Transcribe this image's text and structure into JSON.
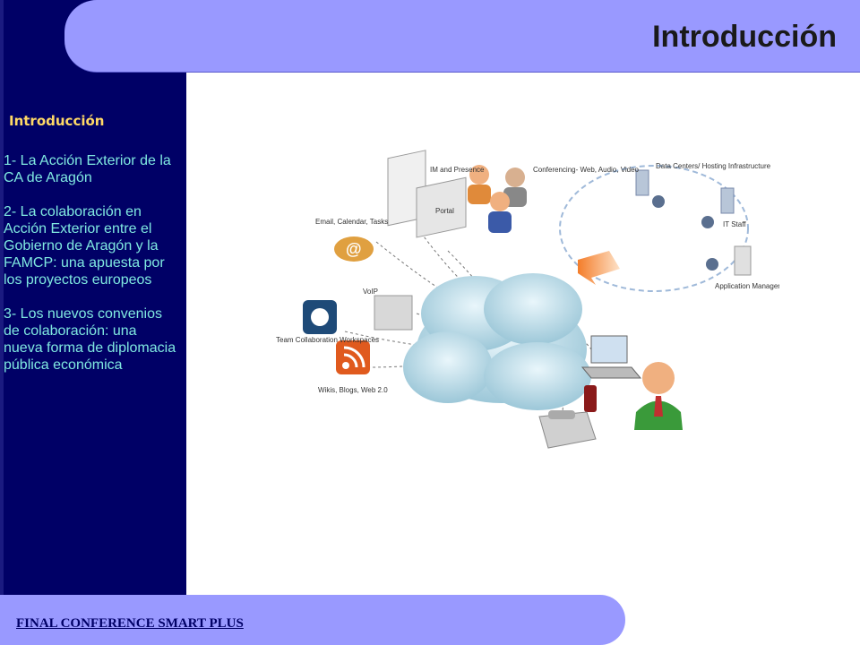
{
  "header": {
    "title": "Introducción"
  },
  "sidebar": {
    "active": "Introducción",
    "items": [
      {
        "label": "1- La Acción Exterior de la CA de Aragón"
      },
      {
        "label": "2- La colaboración en Acción Exterior entre el Gobierno de Aragón y la FAMCP: una apuesta por los proyectos europeos"
      },
      {
        "label": "3- Los nuevos convenios de colaboración: una nueva forma de diplomacia pública económica"
      }
    ]
  },
  "footer": {
    "text": "FINAL CONFERENCE SMART PLUS"
  },
  "illustration": {
    "labels": {
      "im": "IM and Presence",
      "conferencing": "Conferencing- Web, Audio, Video",
      "datacenters": "Data Centers/ Hosting Infrastructure",
      "email": "Email, Calendar, Tasks",
      "portal": "Portal",
      "itstaff": "IT Staff",
      "voip": "VoIP",
      "app": "Application Management Services",
      "team": "Team Collaboration Workspaces",
      "wikis": "Wikis, Blogs, Web 2.0"
    }
  },
  "colors": {
    "sidebar": "#000066",
    "bars": "#9999ff",
    "nav_active": "#ffd966",
    "nav_item": "#7fe8e0"
  }
}
